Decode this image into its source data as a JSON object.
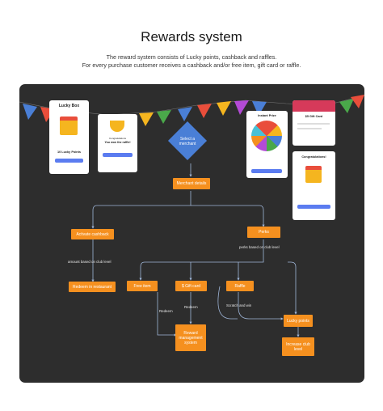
{
  "header": {
    "title": "Rewards system",
    "subtitle_line1": "The reward system consists of Lucky points, cashback and raffles.",
    "subtitle_line2": "For every purchase customer receives a cashback and/or free item, gift card or raffle."
  },
  "flow": {
    "select_merchant": "Select a merchant",
    "merchant_details": "Merchant details",
    "activate_cashback": "Activate cashback",
    "perks": "Perks",
    "amount_label": "amount based on club level",
    "perks_label": "perks based on club level",
    "redeem_restaurant": "Redeem in restaurant",
    "free_item": "Free item",
    "gift_card": "$ Gift card",
    "raffle": "Raffle",
    "redeem_label_1": "Redeem",
    "redeem_label_2": "Redeem",
    "scratch_label": "Scratch and win",
    "reward_system": "Reward management system",
    "lucky_points": "Lucky points",
    "increase_club": "Increase club level"
  },
  "cards": {
    "lucky_box_title": "Lucky Box",
    "lucky_points": "10 Lucky Points",
    "congrats_small": "Congratulations",
    "won_raffle": "You won the raffle!",
    "instant_prize": "Instant Prize",
    "gift_card_title": "$5 Gift Card",
    "congratulations": "Congratulations!"
  },
  "colors": {
    "board": "#2d2d2d",
    "node": "#f5901f",
    "decision": "#4a7fd6",
    "wire": "#9fb6d8"
  }
}
